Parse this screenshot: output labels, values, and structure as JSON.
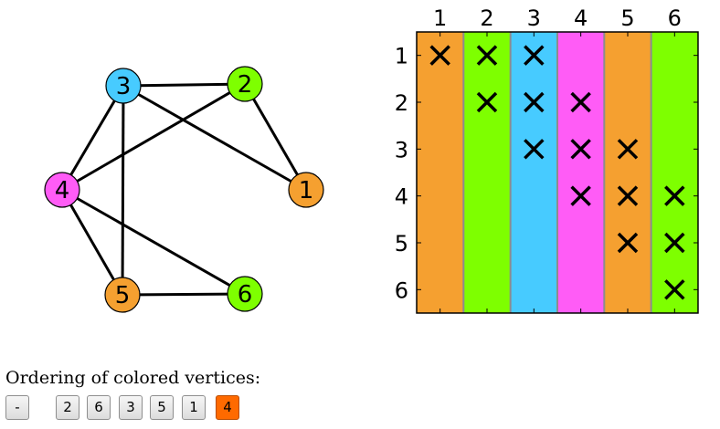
{
  "graph": {
    "vertices": [
      {
        "id": 1,
        "label": "1",
        "color": "#f5a030"
      },
      {
        "id": 2,
        "label": "2",
        "color": "#7eff00"
      },
      {
        "id": 3,
        "label": "3",
        "color": "#47cbff"
      },
      {
        "id": 4,
        "label": "4",
        "color": "#ff5cf6"
      },
      {
        "id": 5,
        "label": "5",
        "color": "#f5a030"
      },
      {
        "id": 6,
        "label": "6",
        "color": "#7eff00"
      }
    ],
    "edges": [
      [
        3,
        2
      ],
      [
        3,
        1
      ],
      [
        3,
        4
      ],
      [
        3,
        5
      ],
      [
        2,
        1
      ],
      [
        2,
        4
      ],
      [
        4,
        5
      ],
      [
        4,
        6
      ],
      [
        5,
        6
      ]
    ]
  },
  "matrix": {
    "col_labels": [
      "1",
      "2",
      "3",
      "4",
      "5",
      "6"
    ],
    "row_labels": [
      "1",
      "2",
      "3",
      "4",
      "5",
      "6"
    ],
    "column_colors": [
      "#f5a030",
      "#7eff00",
      "#47cbff",
      "#ff5cf6",
      "#f5a030",
      "#7eff00"
    ],
    "marks": [
      [
        1,
        1
      ],
      [
        1,
        2
      ],
      [
        1,
        3
      ],
      [
        2,
        2
      ],
      [
        2,
        3
      ],
      [
        2,
        4
      ],
      [
        3,
        3
      ],
      [
        3,
        4
      ],
      [
        3,
        5
      ],
      [
        4,
        4
      ],
      [
        4,
        5
      ],
      [
        4,
        6
      ],
      [
        5,
        5
      ],
      [
        5,
        6
      ],
      [
        6,
        6
      ]
    ],
    "mark_symbol": "x-mark"
  },
  "ordering": {
    "caption": "Ordering of colored vertices:",
    "reset_label": "-",
    "buttons": [
      {
        "label": "2",
        "active": false
      },
      {
        "label": "6",
        "active": false
      },
      {
        "label": "3",
        "active": false
      },
      {
        "label": "5",
        "active": false
      },
      {
        "label": "1",
        "active": false
      },
      {
        "label": "4",
        "active": true
      }
    ],
    "active_color": "#ff6a00"
  }
}
